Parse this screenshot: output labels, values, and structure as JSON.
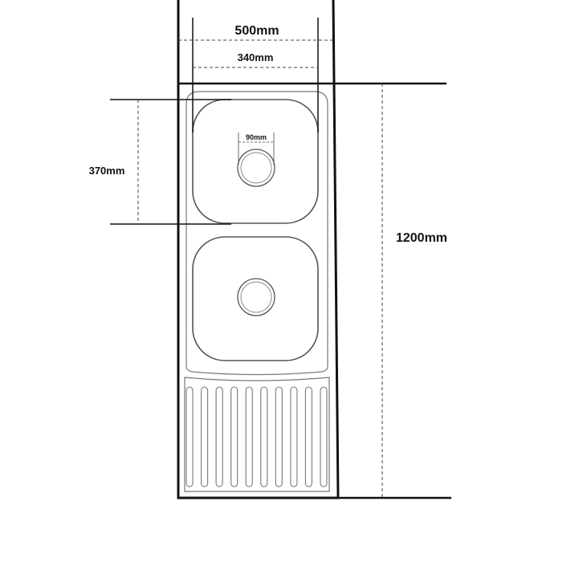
{
  "dimensions": {
    "overall_width": "500mm",
    "bowl_width": "340mm",
    "bowl_depth": "370mm",
    "drain_diameter": "90mm",
    "overall_length": "1200mm"
  },
  "drainer": {
    "groove_count": 10
  },
  "colors": {
    "outline": "#111111",
    "bowl_line": "#555555",
    "detail_line": "#777777",
    "dash_line": "#444444",
    "background": "#ffffff"
  }
}
